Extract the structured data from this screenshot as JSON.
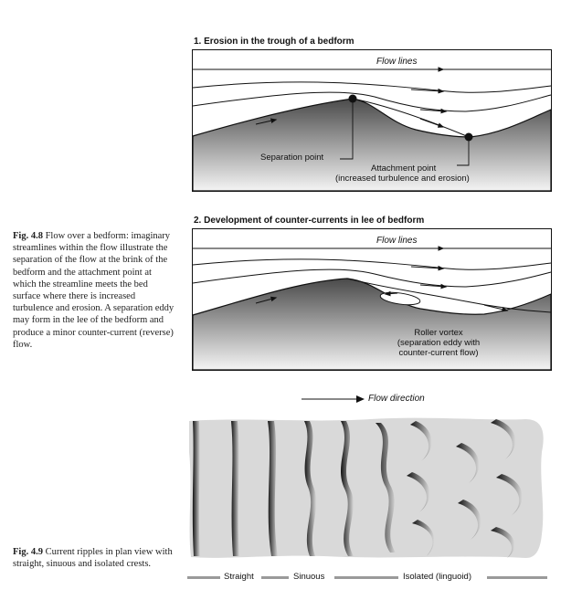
{
  "figure_4_8": {
    "caption_label": "Fig. 4.8",
    "caption_text": "Flow over a bedform: imaginary streamlines within the flow illustrate the separation of the flow at the brink of the bedform and the attachment point at which the streamline meets the bed surface where there is increased turbulence and erosion. A separation eddy may form in the lee of the bedform and produce a minor counter-current (reverse) flow.",
    "panel1": {
      "heading": "1.  Erosion in the trough of a bedform",
      "flow_label": "Flow lines",
      "separation_label": "Separation point",
      "attachment_line1": "Attachment point",
      "attachment_line2": "(increased turbulence and erosion)"
    },
    "panel2": {
      "heading": "2.  Development of counter-currents in lee of bedform",
      "flow_label": "Flow lines",
      "vortex_line1": "Roller vortex",
      "vortex_line2": "(separation eddy with",
      "vortex_line3": "counter-current flow)"
    }
  },
  "figure_4_9": {
    "caption_label": "Fig. 4.9",
    "caption_text": "Current ripples in plan view with straight, sinuous and isolated crests.",
    "flow_direction_label": "Flow direction",
    "legend": {
      "straight": "Straight",
      "sinuous": "Sinuous",
      "isolated": "Isolated (linguoid)"
    }
  },
  "colors": {
    "bed_dark": "#4a4a4a",
    "bed_light": "#f4f4f4",
    "ripple_field": "#d9d9d9",
    "line": "#111111"
  }
}
